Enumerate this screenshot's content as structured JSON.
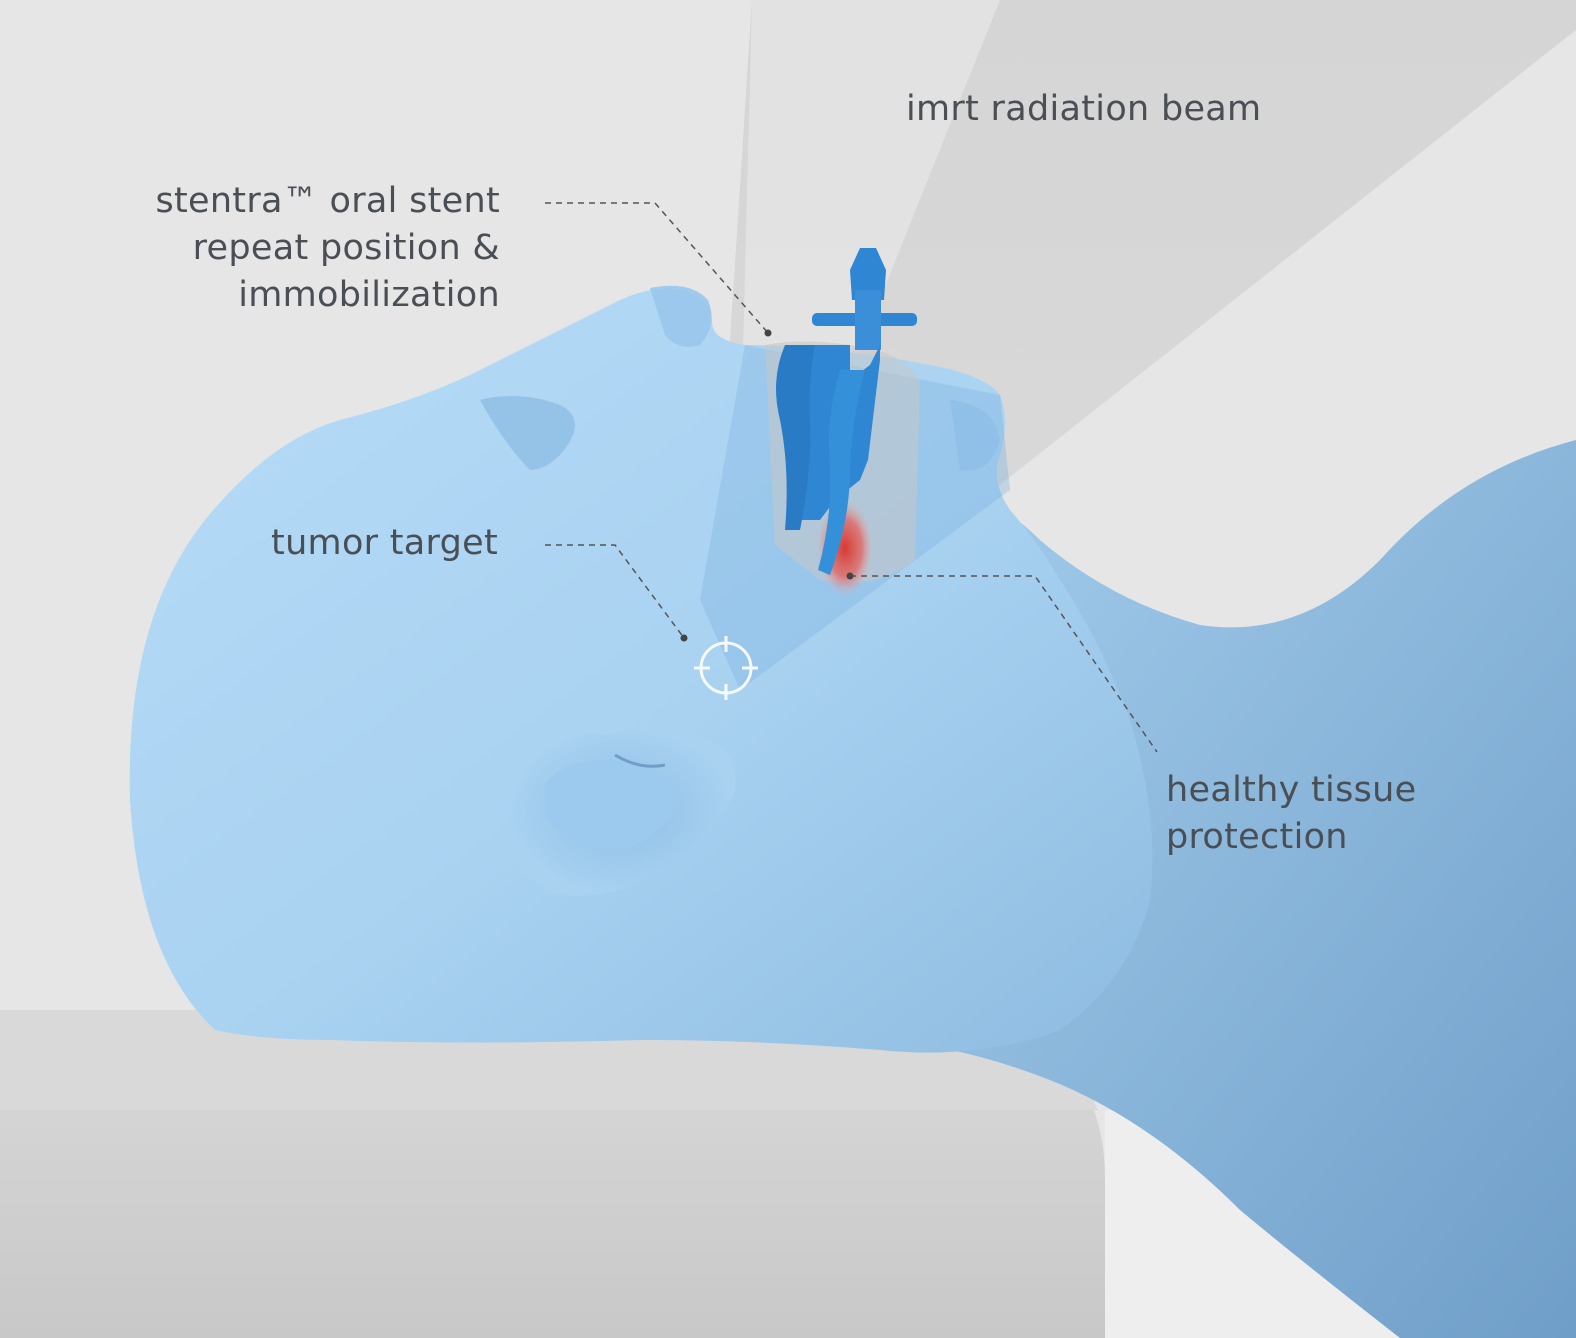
{
  "labels": {
    "beam": "imrt radiation beam",
    "stent": {
      "line1": "stentra™ oral stent",
      "line2": "repeat position &",
      "line3": "immobilization"
    },
    "tumor": "tumor target",
    "healthy": {
      "line1": "healthy tissue",
      "line2": "protection"
    }
  },
  "colors": {
    "background": "#e5e5e5",
    "beam": "#cfcfcf",
    "skin": "#a9d2f1",
    "skin_shadow": "#7fb0d8",
    "stent": "#2f86d3",
    "tumor": "#d9453f",
    "table": "#d3d3d3",
    "label_text": "#4a4e55",
    "leader_line": "#555555",
    "target_reticle": "#ffffff"
  },
  "icons": {
    "target": "crosshair-icon"
  }
}
